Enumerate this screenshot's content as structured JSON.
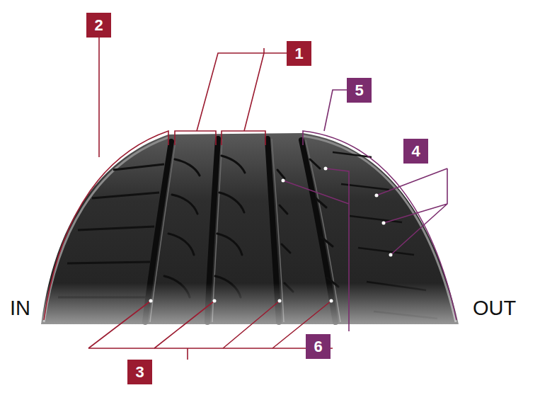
{
  "diagram": {
    "nodes": [
      {
        "text": [
          "2"
        ]
      },
      {
        "text": [
          "1"
        ]
      },
      {
        "text": [
          "5"
        ]
      },
      {
        "text": [
          "4"
        ]
      },
      {
        "text": [
          "6"
        ]
      },
      {
        "text": [
          "3"
        ]
      }
    ],
    "labels": [
      "IN",
      "OUT"
    ]
  }
}
